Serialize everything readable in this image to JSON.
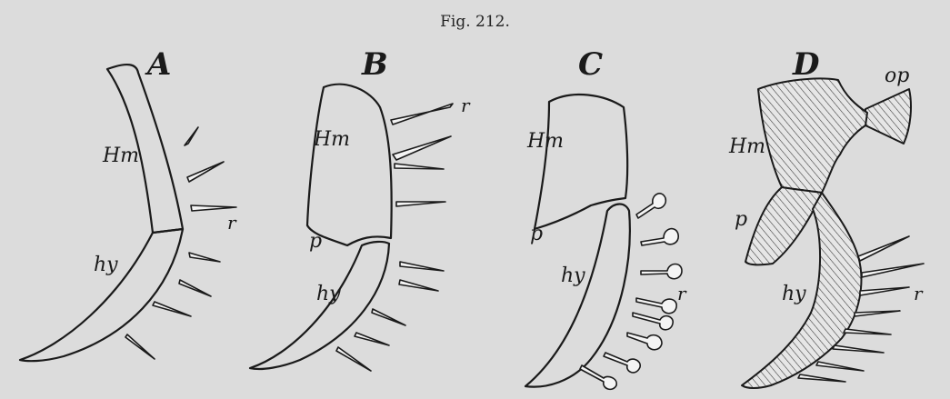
{
  "figure": {
    "caption": "Fig. 212.",
    "panels": [
      {
        "letter": "A",
        "labels": {
          "upper": "Hm",
          "lower": "hy",
          "rays": "r"
        }
      },
      {
        "letter": "B",
        "labels": {
          "upper": "Hm",
          "joint": "p",
          "lower": "hy",
          "rays": "r"
        }
      },
      {
        "letter": "C",
        "labels": {
          "upper": "Hm",
          "joint": "p",
          "lower": "hy",
          "rays": "r"
        }
      },
      {
        "letter": "D",
        "labels": {
          "upper": "Hm",
          "opercular": "op",
          "joint": "p",
          "lower": "hy",
          "rays": "r"
        }
      }
    ]
  }
}
